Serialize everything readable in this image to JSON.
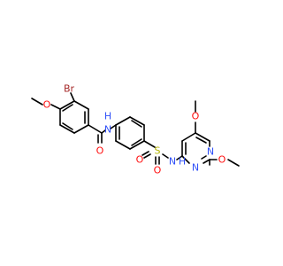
{
  "molecule": {
    "atom_labels": {
      "br": "Br",
      "o_methoxy_left": "O",
      "o_carbonyl": "O",
      "nh_amide": "N",
      "h_amide": "H",
      "s_sulfonyl": "S",
      "o_sulfonyl_left": "O",
      "o_sulfonyl_bottom": "O",
      "nh_sulfonamide": "N",
      "h_sulfonamide": "H",
      "n_ring_right": "N",
      "n_ring_bottom": "N",
      "o_methoxy_top": "O",
      "o_methoxy_right": "O"
    },
    "colors": {
      "carbon": "#000000",
      "oxygen": "#ff0d0d",
      "nitrogen": "#3050f8",
      "bromine": "#a62929",
      "sulfur": "#b3b300"
    }
  }
}
